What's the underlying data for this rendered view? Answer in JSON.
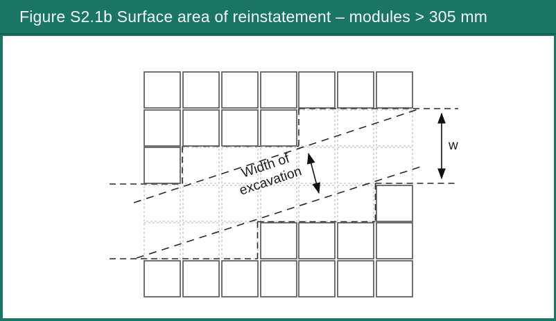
{
  "header": {
    "title": "Figure S2.1b Surface area of reinstatement – modules > 305 mm"
  },
  "diagram": {
    "labels": {
      "excavation_line1": "Width of",
      "excavation_line2": "excavation",
      "width_symbol": "w"
    },
    "grid": {
      "columns": 7,
      "rows": 6,
      "pattern": [
        "SSSSSSS",
        "SSSSDDD",
        "SDDDDDD",
        "DDDDDDS",
        "DDDSSSS",
        "SSSSSSS"
      ]
    },
    "colors": {
      "header_teal": "#1a7565",
      "intact_module_outline": "#585858",
      "reinstated_module_outline": "#b5b5b5",
      "boundary_line": "#262626"
    }
  }
}
